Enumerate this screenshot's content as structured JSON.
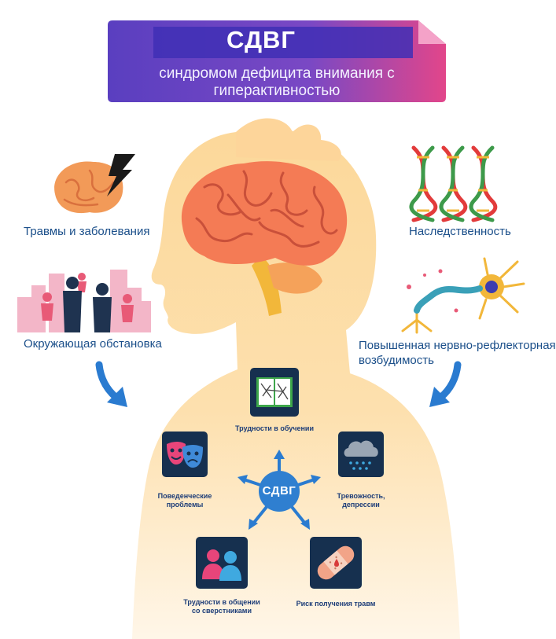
{
  "header": {
    "title": "СДВГ",
    "subtitle": "синдромом дефицита внимания с гиперактивностью"
  },
  "causes": {
    "trauma": "Травмы и заболевания",
    "heredity": "Наследственность",
    "environment": "Окружающая обстановка",
    "excitability_line1": "Повышенная нервно-рефлекторная",
    "excitability_line2": "возбудимость"
  },
  "hub": {
    "label": "СДВГ"
  },
  "effects": {
    "learning": "Трудности в обучении",
    "behavior_line1": "Поведенческие",
    "behavior_line2": "проблемы",
    "anxiety_line1": "Тревожность,",
    "anxiety_line2": "депрессии",
    "peers_line1": "Трудности в общении",
    "peers_line2": "со сверстниками",
    "injury": "Риск получения травм"
  },
  "colors": {
    "banner_start": "#5a3fc0",
    "banner_end": "#e2468a",
    "silhouette": "#fbd890",
    "tile_bg": "#16304f",
    "hub": "#2f7fd0",
    "text_blue": "#1b4f8a"
  }
}
